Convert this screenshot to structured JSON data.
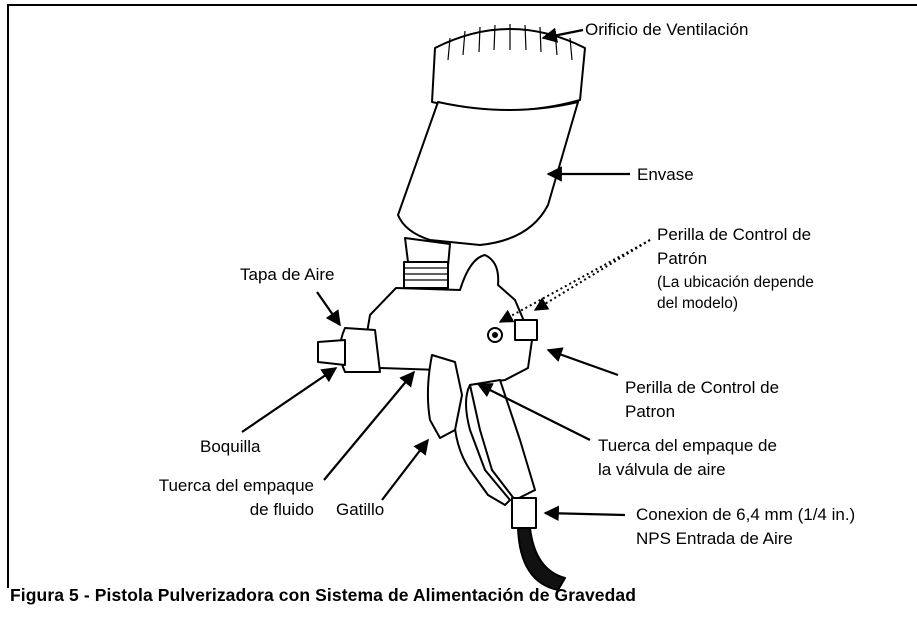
{
  "labels": {
    "vent_hole": "Orificio de Ventilación",
    "container": "Envase",
    "pattern_knob_line1": "Perilla de Control de",
    "pattern_knob_line2": "Patrón",
    "pattern_knob_note_line1": "(La ubicación depende",
    "pattern_knob_note_line2": "del modelo)",
    "air_cap": "Tapa de Aire",
    "control_knob_line1": "Perilla de Control de",
    "control_knob_line2": "Patron",
    "nozzle": "Boquilla",
    "air_valve_nut_line1": "Tuerca del empaque de",
    "air_valve_nut_line2": "la válvula de aire",
    "fluid_nut_line1": "Tuerca del empaque",
    "fluid_nut_line2": "de fluido",
    "trigger": "Gatillo",
    "connection_line1": "Conexion de 6,4 mm (1/4 in.)",
    "connection_line2": "NPS Entrada de Aire"
  },
  "caption": "Figura 5 - Pistola Pulverizadora con Sistema de Alimentación de Gravedad"
}
